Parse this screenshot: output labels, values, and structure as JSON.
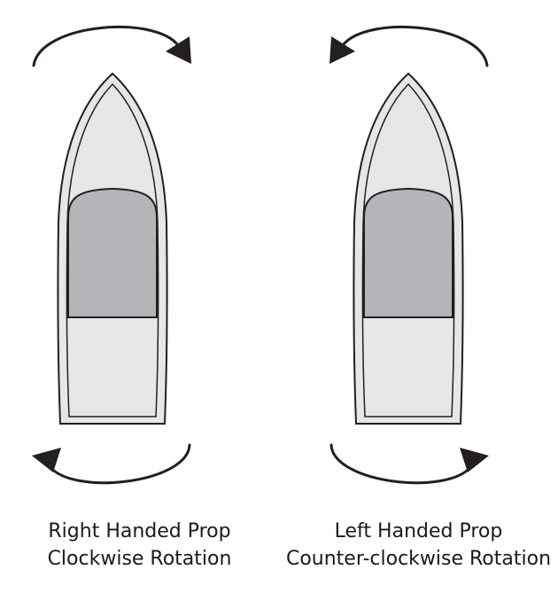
{
  "colors": {
    "hull_fill": "#e6e6e6",
    "cabin_fill": "#b3b5b8",
    "stroke": "#231f20",
    "arrow": "#231f20"
  },
  "panels": [
    {
      "title": "Right Handed Prop",
      "subtitle": "Clockwise Rotation",
      "rotation": "clockwise"
    },
    {
      "title": "Left Handed Prop",
      "subtitle": "Counter-clockwise Rotation",
      "rotation": "counter-clockwise"
    }
  ],
  "icons": {
    "top_arrow": "curved-arrow-icon",
    "bottom_arrow": "curved-arrow-icon",
    "boat": "boat-top-view-icon"
  }
}
